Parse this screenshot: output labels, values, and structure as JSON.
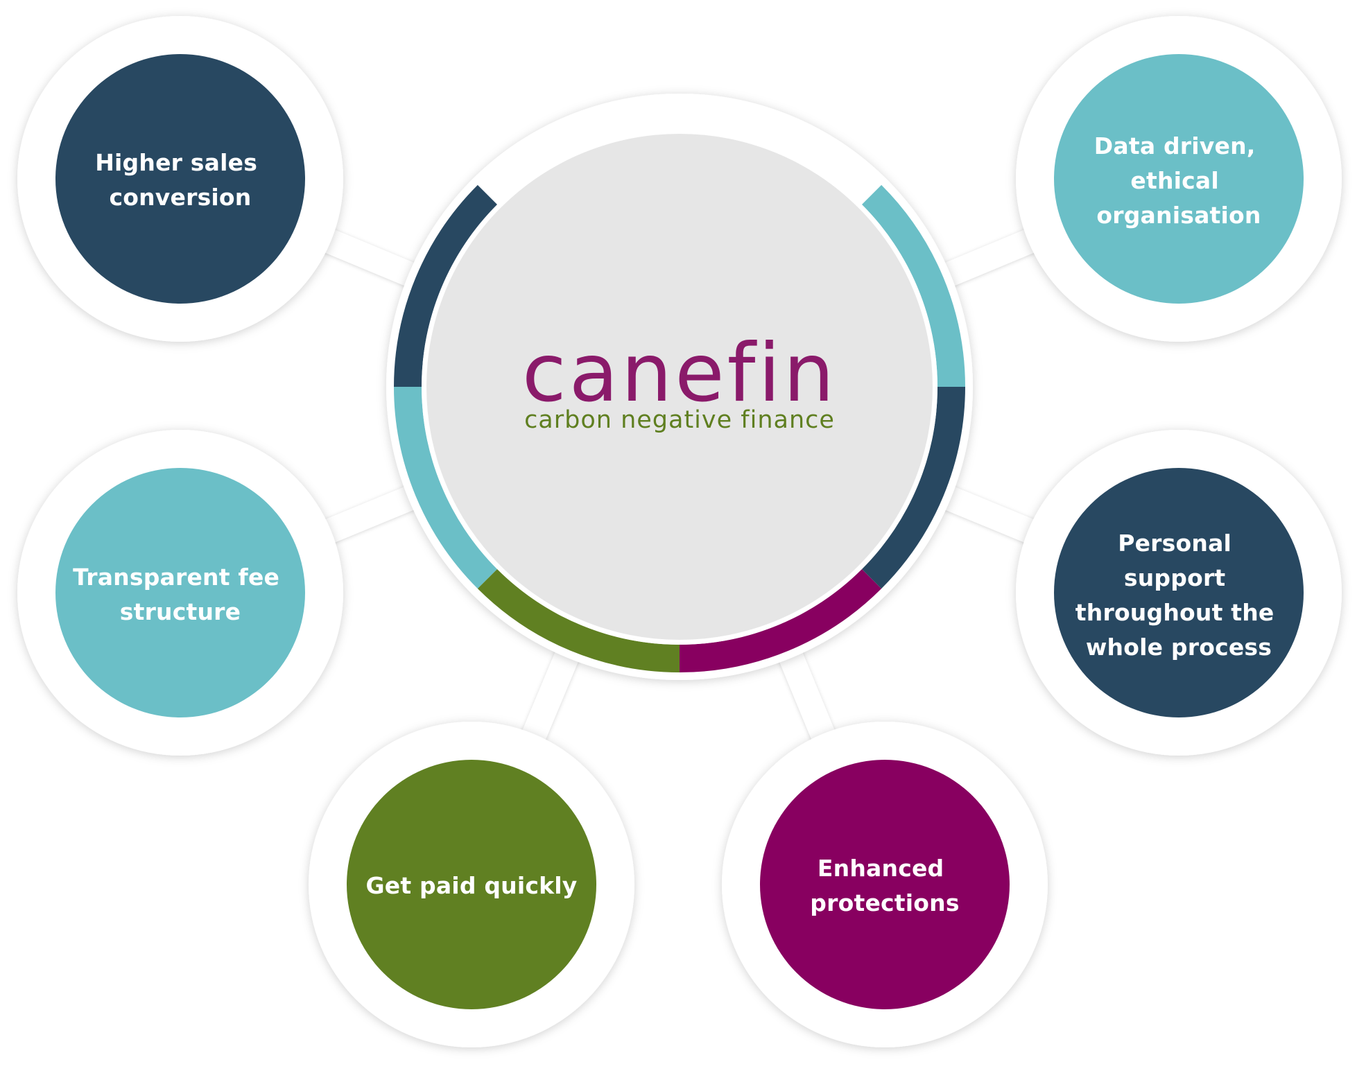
{
  "brand": {
    "name": "canefin",
    "tagline": "carbon negative finance",
    "name_color": "#8a1a6a",
    "tagline_color": "#5f7f20"
  },
  "colors": {
    "navy": "#284861",
    "teal": "#6bbfc7",
    "green": "#608022",
    "purple": "#880060",
    "hub_fill": "#e6e6e6",
    "outer_ring": "#ffffff",
    "connector": "#ffffff"
  },
  "nodes": [
    {
      "id": "higher-sales",
      "color": "navy",
      "lines": [
        "Higher sales",
        "conversion"
      ]
    },
    {
      "id": "data-driven",
      "color": "teal",
      "lines": [
        "Data driven,",
        "ethical",
        "organisation"
      ]
    },
    {
      "id": "transparent-fee",
      "color": "teal",
      "lines": [
        "Transparent fee",
        "structure"
      ]
    },
    {
      "id": "personal-support",
      "color": "navy",
      "lines": [
        "Personal",
        "support",
        "throughout the",
        "whole process"
      ]
    },
    {
      "id": "get-paid",
      "color": "green",
      "lines": [
        "Get paid quickly"
      ]
    },
    {
      "id": "enhanced-protections",
      "color": "purple",
      "lines": [
        "Enhanced",
        "protections"
      ]
    }
  ]
}
